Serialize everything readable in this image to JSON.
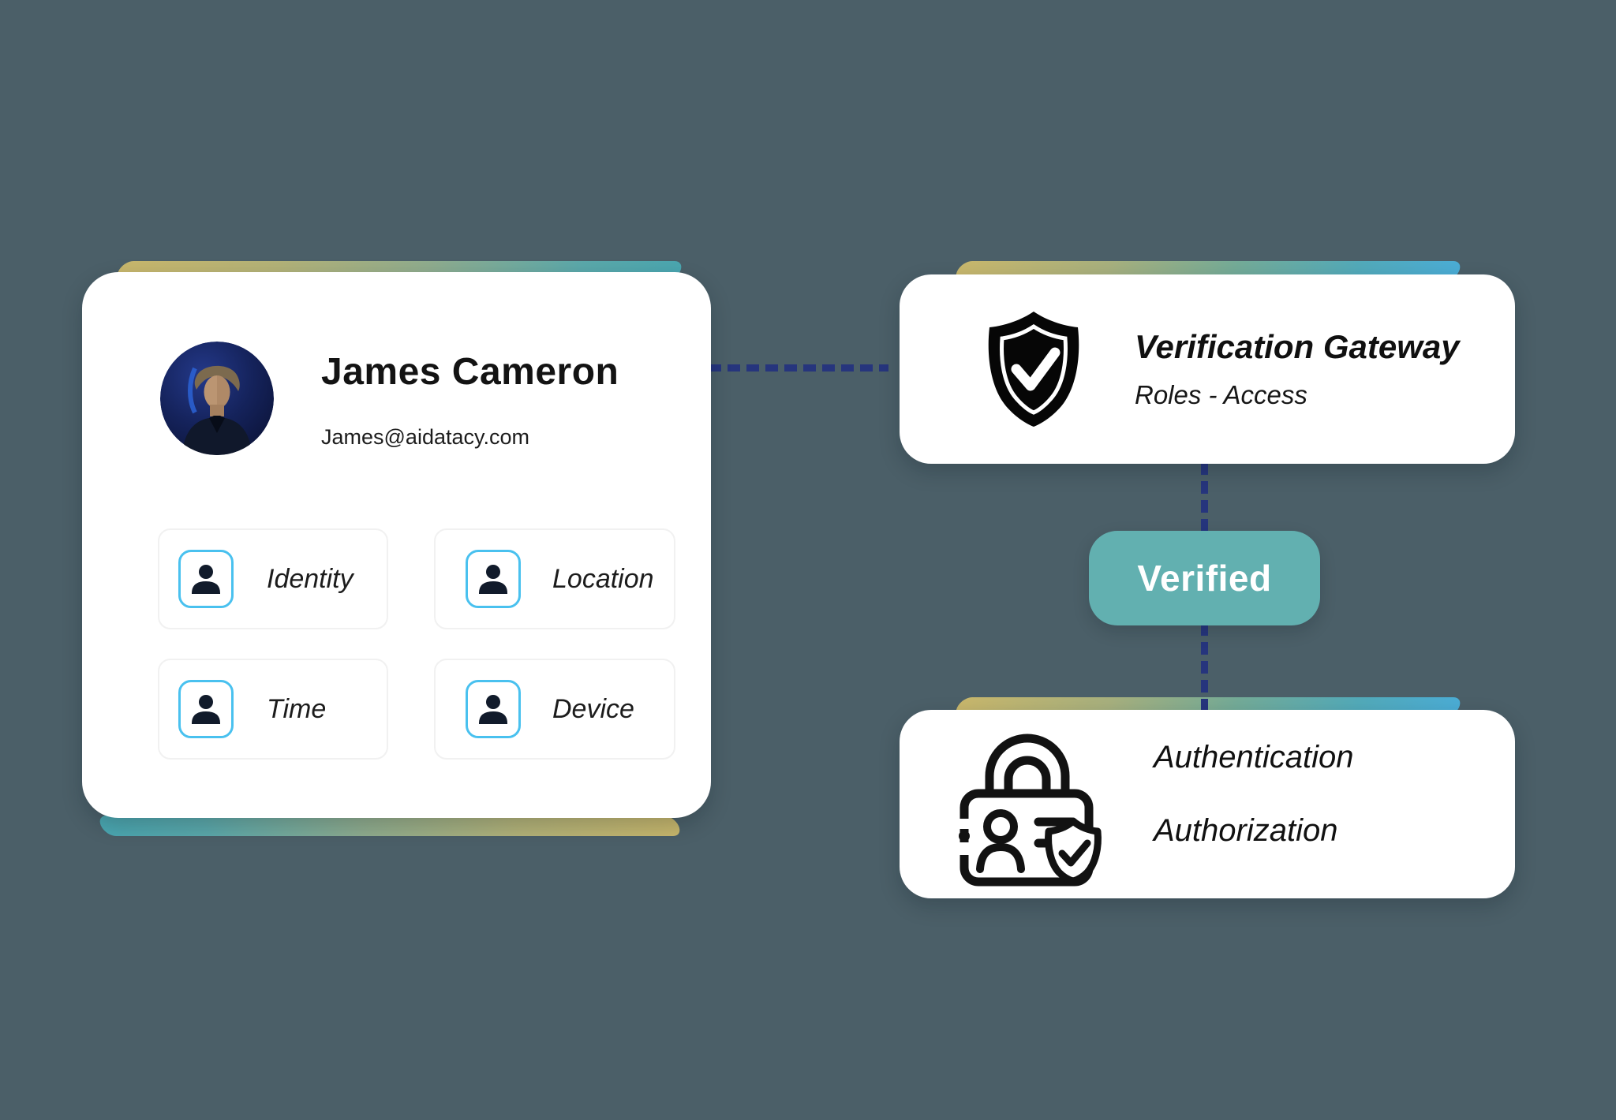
{
  "background": "#4b5f68",
  "user_card": {
    "name": "James Cameron",
    "email": "James@aidatacy.com",
    "attributes": [
      {
        "label": "Identity"
      },
      {
        "label": "Location"
      },
      {
        "label": "Time"
      },
      {
        "label": "Device"
      }
    ]
  },
  "gateway_card": {
    "title": "Verification Gateway",
    "subtitle": "Roles - Access"
  },
  "badge": {
    "label": "Verified",
    "color": "#62b0b0"
  },
  "auth_card": {
    "line1": "Authentication",
    "line2": "Authorization"
  },
  "icons": {
    "avatar": "user-photo-avatar",
    "attribute": "person-icon",
    "gateway": "shield-check-icon",
    "auth": "lock-user-shield-icon"
  },
  "colors": {
    "accent_gold": "#c8b76c",
    "accent_sage": "#8fac8e",
    "accent_teal": "#55a7ab",
    "accent_sky": "#4badd6",
    "badge_teal": "#62b0b0",
    "connector_navy": "#26357d",
    "attribute_icon_border": "#49c1ef",
    "glyph_navy": "#111b2b"
  }
}
